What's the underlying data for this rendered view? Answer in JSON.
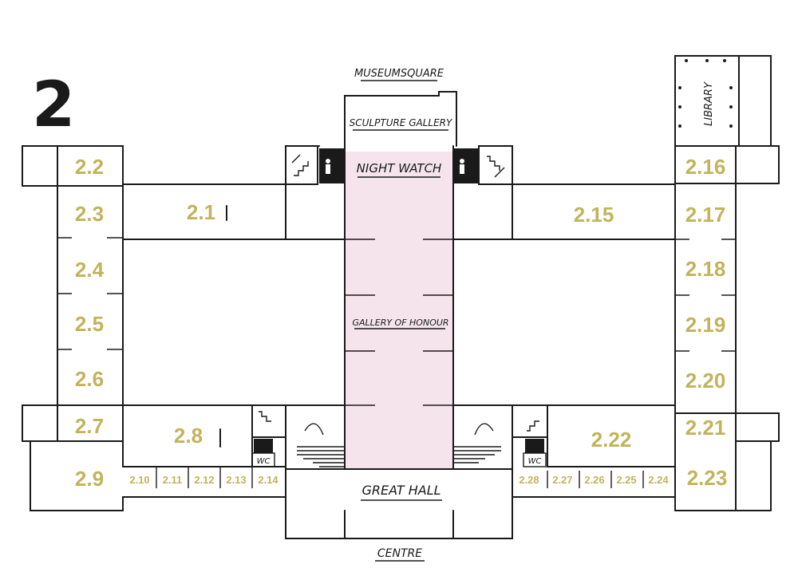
{
  "floor": "2",
  "labels": {
    "museumsquare": "MUSEUMSQUARE",
    "sculpture_gallery": "SCULPTURE GALLERY",
    "night_watch": "NIGHT WATCH",
    "gallery_of_honour": "GALLERY OF HONOUR",
    "great_hall": "GREAT HALL",
    "centre": "CENTRE",
    "library": "LIBRARY",
    "wc": "WC"
  },
  "rooms": {
    "r2_1": "2.1",
    "r2_2": "2.2",
    "r2_3": "2.3",
    "r2_4": "2.4",
    "r2_5": "2.5",
    "r2_6": "2.6",
    "r2_7": "2.7",
    "r2_8": "2.8",
    "r2_9": "2.9",
    "r2_10": "2.10",
    "r2_11": "2.11",
    "r2_12": "2.12",
    "r2_13": "2.13",
    "r2_14": "2.14",
    "r2_15": "2.15",
    "r2_16": "2.16",
    "r2_17": "2.17",
    "r2_18": "2.18",
    "r2_19": "2.19",
    "r2_20": "2.20",
    "r2_21": "2.21",
    "r2_22": "2.22",
    "r2_23": "2.23",
    "r2_24": "2.24",
    "r2_25": "2.25",
    "r2_26": "2.26",
    "r2_27": "2.27",
    "r2_28": "2.28"
  },
  "colors": {
    "highlight": "#f5e4ec",
    "room_label": "#c2b35c",
    "ink": "#1a1a1a"
  },
  "icons": [
    "stairs-up-icon",
    "elevator-icon",
    "restroom-icon",
    "escalator-icon"
  ]
}
